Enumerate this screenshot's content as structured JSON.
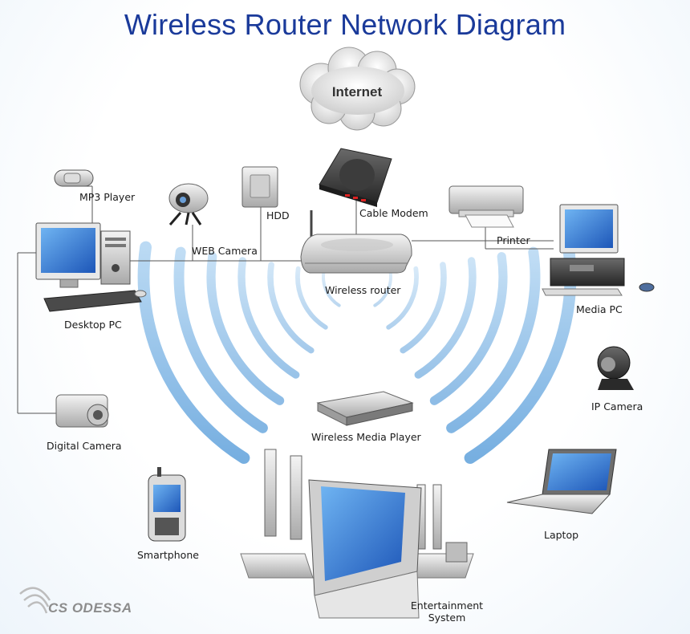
{
  "title": "Wireless Router Network Diagram",
  "nodes": {
    "internet": "Internet",
    "cable_modem": "Cable Modem",
    "wireless_router": "Wireless router",
    "mp3_player": "MP3 Player",
    "web_camera": "WEB Camera",
    "hdd": "HDD",
    "desktop_pc": "Desktop PC",
    "printer": "Printer",
    "media_pc": "Media PC",
    "digital_camera": "Digital Camera",
    "ip_camera": "IP Camera",
    "wireless_media_player": "Wireless Media Player",
    "smartphone": "Smartphone",
    "laptop": "Laptop",
    "entertainment_system": "Entertainment System"
  },
  "entertainment_lines": [
    "Entertainment",
    "System"
  ],
  "logo": "CS ODESSA",
  "colors": {
    "title": "#1a3a9a",
    "wave": "#4a9ad8",
    "screen": "#2a6fd0",
    "link": "#555555"
  }
}
